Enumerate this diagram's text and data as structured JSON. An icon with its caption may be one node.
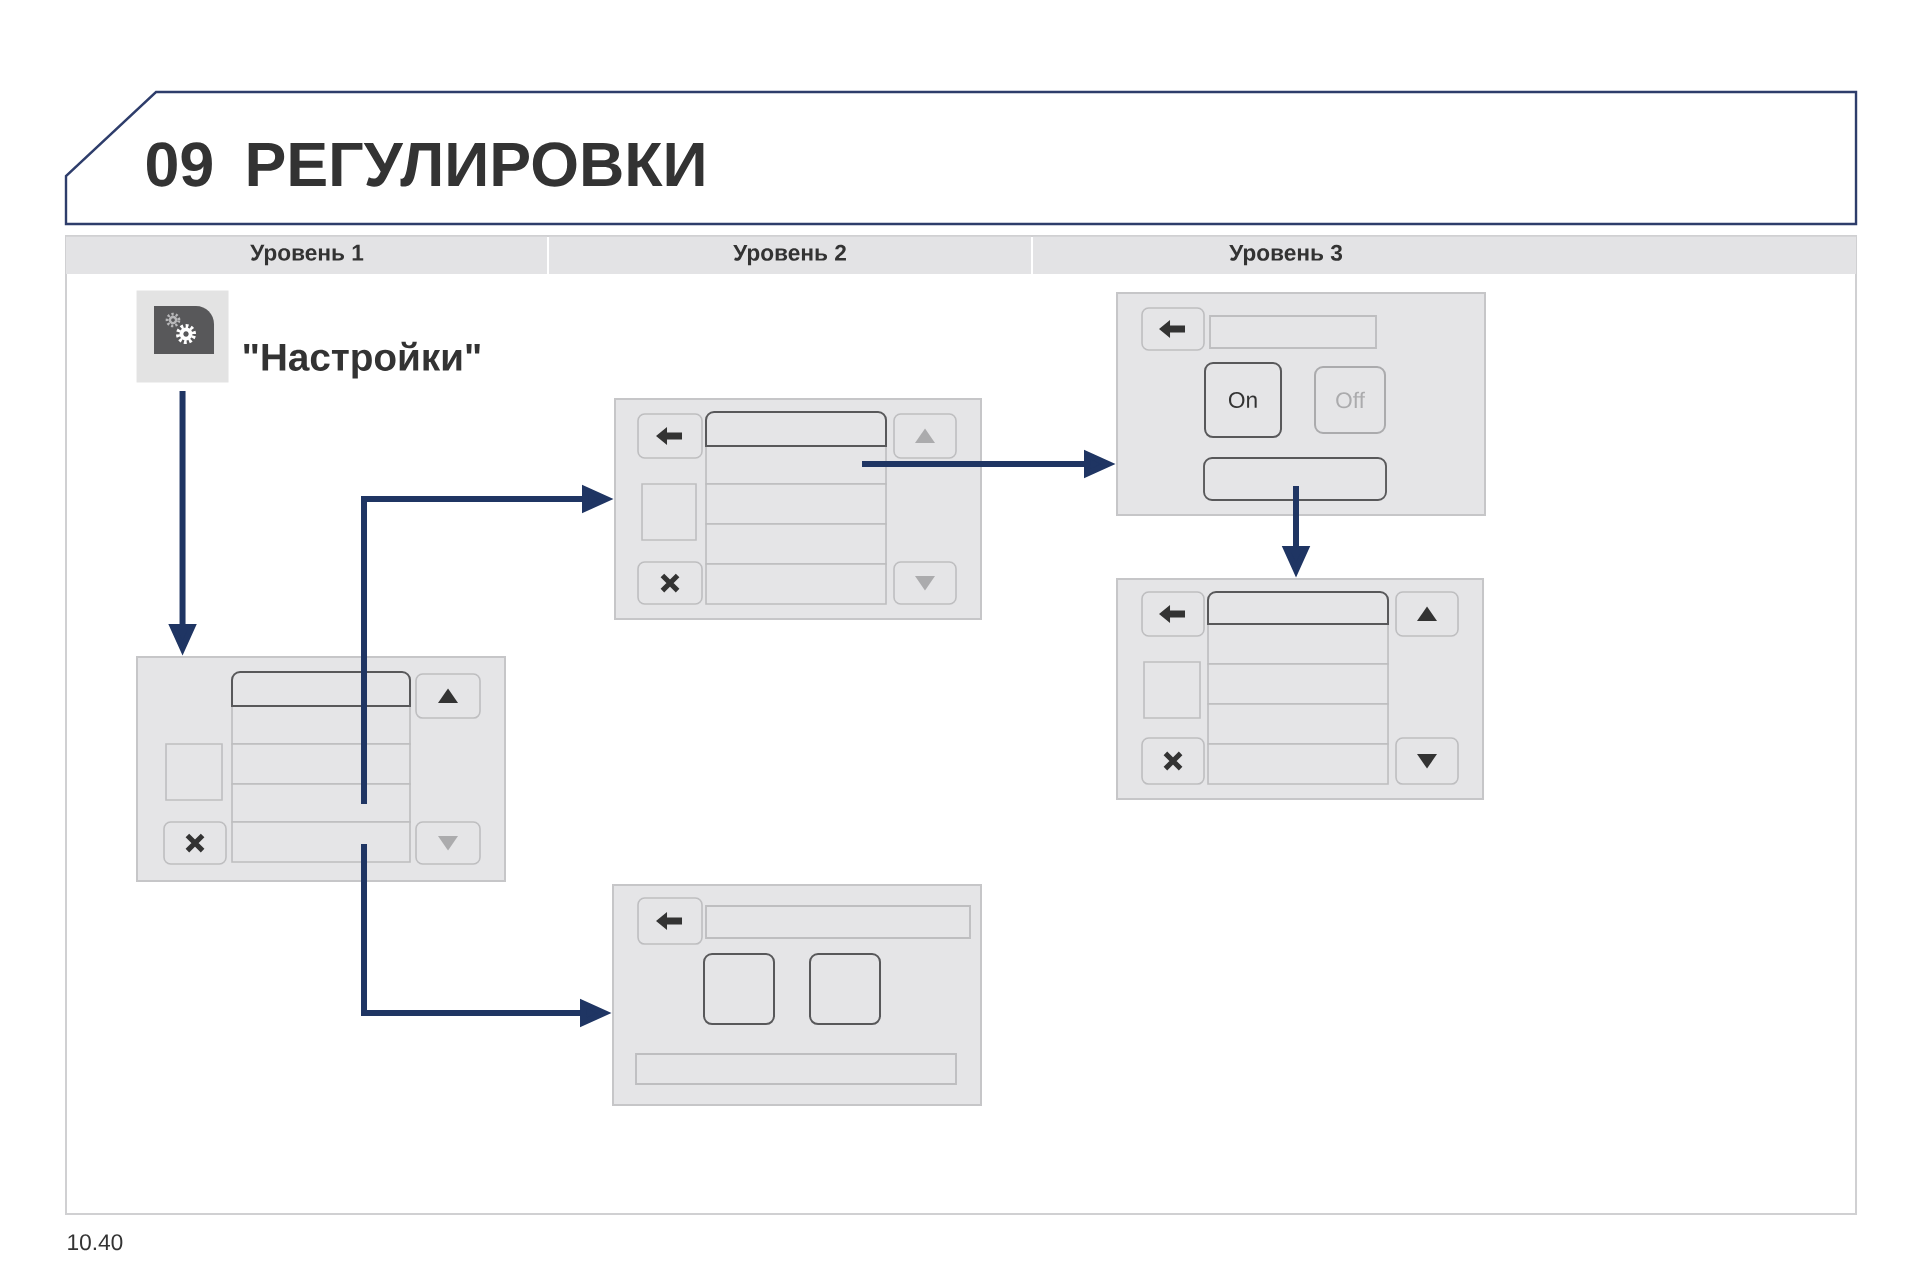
{
  "diagram": {
    "title": "РЕГУЛИРОВКИ",
    "nodes": [
      {
        "text": [],
        "shape": "picture",
        "beside": [
          "\"Настройки\""
        ]
      },
      {
        "text": [],
        "shape": "box"
      },
      {
        "text": [],
        "shape": "box"
      },
      {
        "text": [],
        "shape": "box"
      },
      {
        "text": [],
        "shape": "box"
      },
      {
        "text": [
          "On"
        ],
        "in": 4
      },
      {
        "text": [
          "Off"
        ],
        "in": 4
      },
      {
        "text": [],
        "shape": "box"
      }
    ],
    "edges": [
      {
        "from": 0,
        "to": 1,
        "arrow": "to"
      },
      {
        "from": 1,
        "to": 2,
        "arrow": "to"
      },
      {
        "from": 1,
        "to": 3,
        "arrow": "to"
      },
      {
        "from": 2,
        "to": 4,
        "arrow": "to"
      },
      {
        "from": 4,
        "to": 7,
        "arrow": "to"
      }
    ],
    "labels": [
      "09",
      "Уровень 1",
      "Уровень 2",
      "Уровень 3",
      "10.40"
    ]
  }
}
